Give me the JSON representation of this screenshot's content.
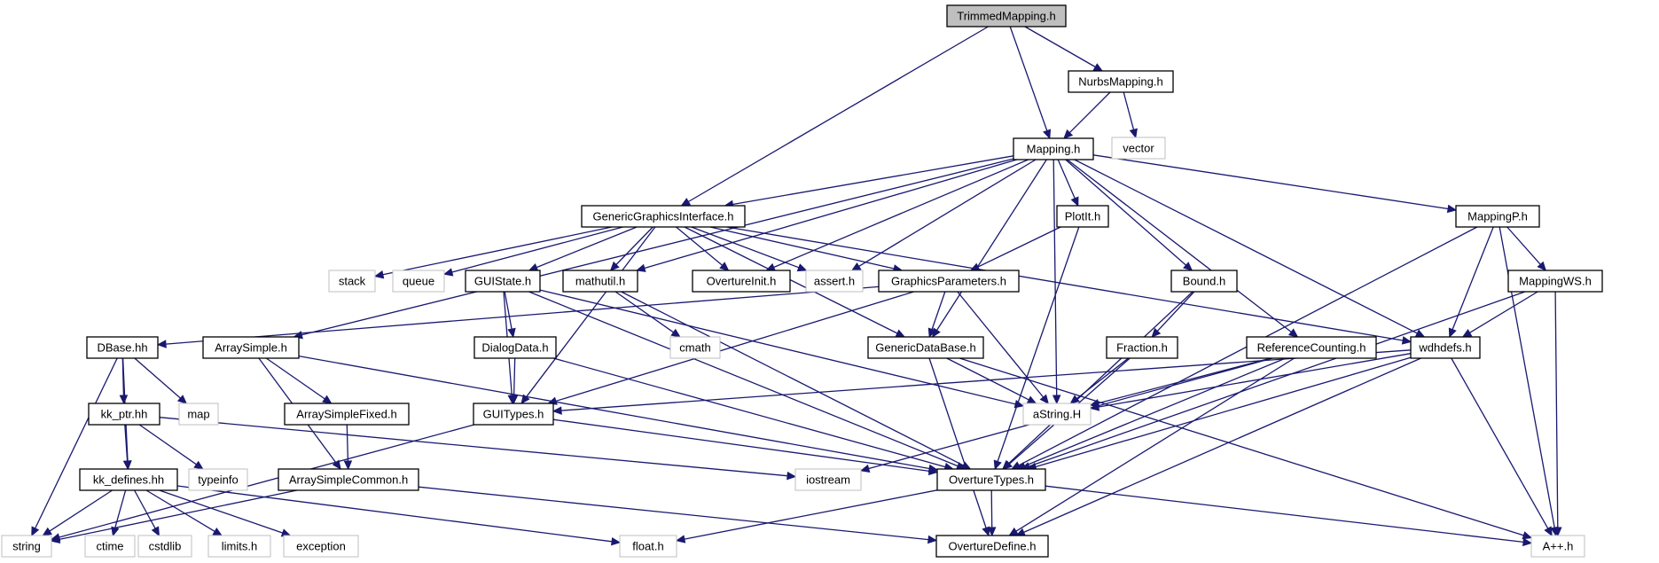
{
  "graph": {
    "colors": {
      "edge": "#191970",
      "root_fill": "#bfbfbf",
      "internal_border": "#000000",
      "external_border": "#bfbfbf"
    },
    "nodes": [
      {
        "id": "trimmedmapping",
        "label": "TrimmedMapping.h",
        "kind": "root"
      },
      {
        "id": "nurbsmapping",
        "label": "NurbsMapping.h",
        "kind": "internal"
      },
      {
        "id": "vector",
        "label": "vector",
        "kind": "external"
      },
      {
        "id": "mapping",
        "label": "Mapping.h",
        "kind": "internal"
      },
      {
        "id": "genericgraphics",
        "label": "GenericGraphicsInterface.h",
        "kind": "internal"
      },
      {
        "id": "plotit",
        "label": "PlotIt.h",
        "kind": "internal"
      },
      {
        "id": "mappingp",
        "label": "MappingP.h",
        "kind": "internal"
      },
      {
        "id": "stack",
        "label": "stack",
        "kind": "external"
      },
      {
        "id": "queue",
        "label": "queue",
        "kind": "external"
      },
      {
        "id": "guistate",
        "label": "GUIState.h",
        "kind": "internal"
      },
      {
        "id": "mathutil",
        "label": "mathutil.h",
        "kind": "internal"
      },
      {
        "id": "overtureinit",
        "label": "OvertureInit.h",
        "kind": "internal"
      },
      {
        "id": "assert",
        "label": "assert.h",
        "kind": "external"
      },
      {
        "id": "graphicsparams",
        "label": "GraphicsParameters.h",
        "kind": "internal"
      },
      {
        "id": "bound",
        "label": "Bound.h",
        "kind": "internal"
      },
      {
        "id": "mappingws",
        "label": "MappingWS.h",
        "kind": "internal"
      },
      {
        "id": "dbase",
        "label": "DBase.hh",
        "kind": "internal"
      },
      {
        "id": "arraysimple",
        "label": "ArraySimple.h",
        "kind": "internal"
      },
      {
        "id": "dialogdata",
        "label": "DialogData.h",
        "kind": "internal"
      },
      {
        "id": "cmath",
        "label": "cmath",
        "kind": "external"
      },
      {
        "id": "genericdatabase",
        "label": "GenericDataBase.h",
        "kind": "internal"
      },
      {
        "id": "fraction",
        "label": "Fraction.h",
        "kind": "internal"
      },
      {
        "id": "refcounting",
        "label": "ReferenceCounting.h",
        "kind": "internal"
      },
      {
        "id": "wdhdefs",
        "label": "wdhdefs.h",
        "kind": "internal"
      },
      {
        "id": "map",
        "label": "map",
        "kind": "external"
      },
      {
        "id": "kkptr",
        "label": "kk_ptr.hh",
        "kind": "internal"
      },
      {
        "id": "arraysimplefixed",
        "label": "ArraySimpleFixed.h",
        "kind": "internal"
      },
      {
        "id": "guitypes",
        "label": "GUITypes.h",
        "kind": "internal"
      },
      {
        "id": "astring",
        "label": "aString.H",
        "kind": "external"
      },
      {
        "id": "typeinfo",
        "label": "typeinfo",
        "kind": "external"
      },
      {
        "id": "kkdefines",
        "label": "kk_defines.hh",
        "kind": "internal"
      },
      {
        "id": "arraysimplecommon",
        "label": "ArraySimpleCommon.h",
        "kind": "internal"
      },
      {
        "id": "iostream",
        "label": "iostream",
        "kind": "external"
      },
      {
        "id": "overturetypes",
        "label": "OvertureTypes.h",
        "kind": "internal"
      },
      {
        "id": "string",
        "label": "string",
        "kind": "external"
      },
      {
        "id": "ctime",
        "label": "ctime",
        "kind": "external"
      },
      {
        "id": "cstdlib",
        "label": "cstdlib",
        "kind": "external"
      },
      {
        "id": "limits",
        "label": "limits.h",
        "kind": "external"
      },
      {
        "id": "exception",
        "label": "exception",
        "kind": "external"
      },
      {
        "id": "float",
        "label": "float.h",
        "kind": "external"
      },
      {
        "id": "overturedefine",
        "label": "OvertureDefine.h",
        "kind": "internal"
      },
      {
        "id": "app",
        "label": "A++.h",
        "kind": "external"
      }
    ],
    "edges": [
      {
        "from": "trimmedmapping",
        "to": "nurbsmapping"
      },
      {
        "from": "trimmedmapping",
        "to": "mapping"
      },
      {
        "from": "trimmedmapping",
        "to": "genericgraphics"
      },
      {
        "from": "nurbsmapping",
        "to": "mapping"
      },
      {
        "from": "nurbsmapping",
        "to": "vector"
      },
      {
        "from": "mapping",
        "to": "genericgraphics"
      },
      {
        "from": "mapping",
        "to": "plotit"
      },
      {
        "from": "mapping",
        "to": "mappingp"
      },
      {
        "from": "mapping",
        "to": "mathutil"
      },
      {
        "from": "mapping",
        "to": "overtureinit"
      },
      {
        "from": "mapping",
        "to": "assert"
      },
      {
        "from": "mapping",
        "to": "bound"
      },
      {
        "from": "mapping",
        "to": "arraysimple"
      },
      {
        "from": "mapping",
        "to": "genericdatabase"
      },
      {
        "from": "mapping",
        "to": "refcounting"
      },
      {
        "from": "mapping",
        "to": "wdhdefs"
      },
      {
        "from": "mapping",
        "to": "astring"
      },
      {
        "from": "genericgraphics",
        "to": "stack"
      },
      {
        "from": "genericgraphics",
        "to": "queue"
      },
      {
        "from": "genericgraphics",
        "to": "guistate"
      },
      {
        "from": "genericgraphics",
        "to": "mathutil"
      },
      {
        "from": "genericgraphics",
        "to": "overtureinit"
      },
      {
        "from": "genericgraphics",
        "to": "assert"
      },
      {
        "from": "genericgraphics",
        "to": "graphicsparams"
      },
      {
        "from": "genericgraphics",
        "to": "genericdatabase"
      },
      {
        "from": "genericgraphics",
        "to": "wdhdefs"
      },
      {
        "from": "genericgraphics",
        "to": "guitypes"
      },
      {
        "from": "plotit",
        "to": "graphicsparams"
      },
      {
        "from": "plotit",
        "to": "overturetypes"
      },
      {
        "from": "mappingp",
        "to": "mappingws"
      },
      {
        "from": "mappingp",
        "to": "wdhdefs"
      },
      {
        "from": "mappingp",
        "to": "overturetypes"
      },
      {
        "from": "mappingp",
        "to": "app"
      },
      {
        "from": "guistate",
        "to": "dialogdata"
      },
      {
        "from": "guistate",
        "to": "guitypes"
      },
      {
        "from": "guistate",
        "to": "astring"
      },
      {
        "from": "guistate",
        "to": "overturetypes"
      },
      {
        "from": "mathutil",
        "to": "cmath"
      },
      {
        "from": "mathutil",
        "to": "overturetypes"
      },
      {
        "from": "graphicsparams",
        "to": "genericdatabase"
      },
      {
        "from": "graphicsparams",
        "to": "dbase"
      },
      {
        "from": "graphicsparams",
        "to": "guitypes"
      },
      {
        "from": "graphicsparams",
        "to": "astring"
      },
      {
        "from": "bound",
        "to": "fraction"
      },
      {
        "from": "bound",
        "to": "overturetypes"
      },
      {
        "from": "mappingws",
        "to": "wdhdefs"
      },
      {
        "from": "mappingws",
        "to": "overturetypes"
      },
      {
        "from": "mappingws",
        "to": "app"
      },
      {
        "from": "dbase",
        "to": "kkptr"
      },
      {
        "from": "dbase",
        "to": "map"
      },
      {
        "from": "dbase",
        "to": "kkdefines"
      },
      {
        "from": "dbase",
        "to": "string"
      },
      {
        "from": "arraysimple",
        "to": "arraysimplefixed"
      },
      {
        "from": "arraysimple",
        "to": "arraysimplecommon"
      },
      {
        "from": "arraysimple",
        "to": "overturetypes"
      },
      {
        "from": "dialogdata",
        "to": "guitypes"
      },
      {
        "from": "dialogdata",
        "to": "overturetypes"
      },
      {
        "from": "genericdatabase",
        "to": "astring"
      },
      {
        "from": "genericdatabase",
        "to": "overturedefine"
      },
      {
        "from": "genericdatabase",
        "to": "app"
      },
      {
        "from": "fraction",
        "to": "astring"
      },
      {
        "from": "fraction",
        "to": "overturetypes"
      },
      {
        "from": "refcounting",
        "to": "astring"
      },
      {
        "from": "refcounting",
        "to": "iostream"
      },
      {
        "from": "refcounting",
        "to": "overturetypes"
      },
      {
        "from": "refcounting",
        "to": "overturedefine"
      },
      {
        "from": "wdhdefs",
        "to": "guitypes"
      },
      {
        "from": "wdhdefs",
        "to": "astring"
      },
      {
        "from": "wdhdefs",
        "to": "overturetypes"
      },
      {
        "from": "wdhdefs",
        "to": "overturedefine"
      },
      {
        "from": "wdhdefs",
        "to": "app"
      },
      {
        "from": "kkptr",
        "to": "kkdefines"
      },
      {
        "from": "kkptr",
        "to": "typeinfo"
      },
      {
        "from": "kkptr",
        "to": "iostream"
      },
      {
        "from": "arraysimplefixed",
        "to": "arraysimplecommon"
      },
      {
        "from": "guitypes",
        "to": "string"
      },
      {
        "from": "guitypes",
        "to": "overturetypes"
      },
      {
        "from": "kkdefines",
        "to": "string"
      },
      {
        "from": "kkdefines",
        "to": "ctime"
      },
      {
        "from": "kkdefines",
        "to": "cstdlib"
      },
      {
        "from": "kkdefines",
        "to": "limits"
      },
      {
        "from": "kkdefines",
        "to": "exception"
      },
      {
        "from": "kkdefines",
        "to": "float"
      },
      {
        "from": "arraysimplecommon",
        "to": "string"
      },
      {
        "from": "arraysimplecommon",
        "to": "overturedefine"
      },
      {
        "from": "overturetypes",
        "to": "overturedefine"
      },
      {
        "from": "overturetypes",
        "to": "float"
      },
      {
        "from": "overturetypes",
        "to": "app"
      }
    ]
  }
}
